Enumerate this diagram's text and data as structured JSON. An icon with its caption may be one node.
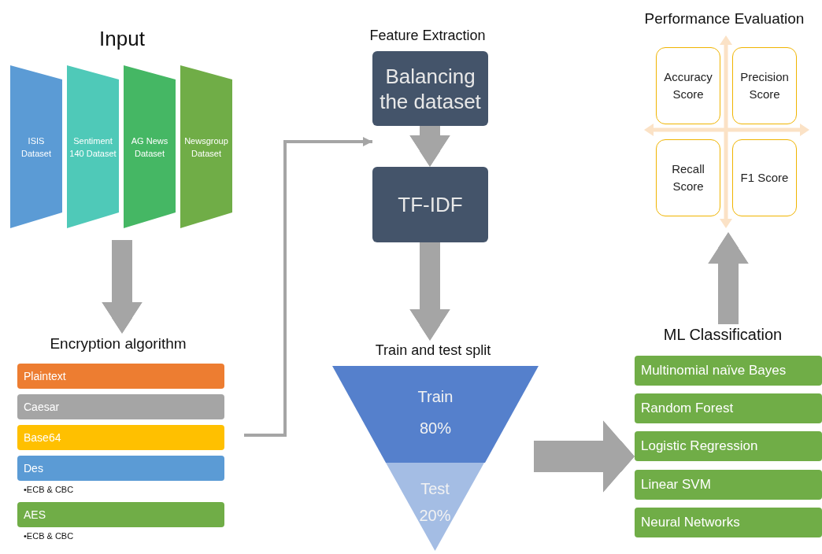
{
  "diagram": {
    "nodes": [
      {
        "text": [
          "ISIS Dataset"
        ]
      },
      {
        "text": [
          "Sentiment 140 Dataset"
        ]
      },
      {
        "text": [
          "AG News Dataset"
        ]
      },
      {
        "text": [
          "Newsgroup Dataset"
        ]
      },
      {
        "text": [
          "Encryption algorithm"
        ]
      },
      {
        "text": [
          "Plaintext"
        ]
      },
      {
        "text": [
          "Caesar"
        ]
      },
      {
        "text": [
          "Base64"
        ]
      },
      {
        "text": [
          "Des"
        ],
        "beside": [
          "•ECB & CBC"
        ]
      },
      {
        "text": [
          "AES"
        ],
        "beside": [
          "•ECB & CBC"
        ]
      },
      {
        "text": [
          "Feature Extraction"
        ]
      },
      {
        "text": [
          "Balancing the dataset"
        ]
      },
      {
        "text": [
          "TF-IDF"
        ]
      },
      {
        "text": [
          "Train and test split"
        ]
      },
      {
        "text": [
          "Train",
          "80%"
        ]
      },
      {
        "text": [
          "Test",
          "20%"
        ]
      },
      {
        "text": [
          "ML Classification"
        ]
      },
      {
        "text": [
          "Multinomial naïve Bayes"
        ]
      },
      {
        "text": [
          "Random Forest"
        ]
      },
      {
        "text": [
          "Logistic Regression"
        ]
      },
      {
        "text": [
          "Linear SVM"
        ]
      },
      {
        "text": [
          "Neural Networks"
        ]
      },
      {
        "text": [
          "Performance Evaluation"
        ]
      },
      {
        "text": [
          "Accuracy Score"
        ]
      },
      {
        "text": [
          "Precision Score"
        ]
      },
      {
        "text": [
          "Recall Score"
        ]
      },
      {
        "text": [
          "F1 Score"
        ]
      }
    ],
    "edges": [
      {
        "from": null,
        "to": 4,
        "arrow": "to"
      },
      {
        "from": null,
        "to": 11,
        "arrow": "to"
      },
      {
        "from": 11,
        "to": 12,
        "arrow": "to"
      },
      {
        "from": 12,
        "to": 13,
        "arrow": "to"
      },
      {
        "from": null,
        "to": 19,
        "arrow": "to"
      },
      {
        "from": 16,
        "to": 25,
        "arrow": "to"
      }
    ],
    "labels": [
      "Input"
    ]
  }
}
